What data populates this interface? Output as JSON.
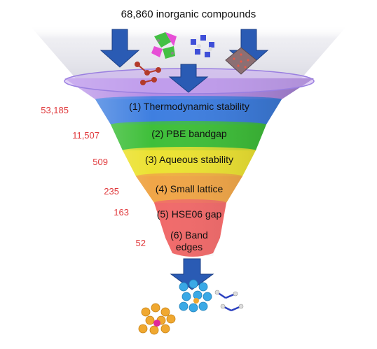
{
  "title": "68,860 inorganic compounds",
  "stages": [
    {
      "label": "(1) Thermodynamic stability",
      "count": "53,185",
      "color": "#b58ee6"
    },
    {
      "label": "(2) PBE bandgap",
      "count": "11,507",
      "color": "#3f7fe0"
    },
    {
      "label": "(3) Aqueous stability",
      "count": "509",
      "color": "#3fbf3a"
    },
    {
      "label": "(4) Small lattice",
      "count": "235",
      "color": "#ece233"
    },
    {
      "label": "(5) HSE06 gap",
      "count": "163",
      "color": "#f0a648"
    },
    {
      "label": "(6) Band edges",
      "count": "52",
      "color": "#f06a6a"
    }
  ],
  "colors": {
    "count_text": "#e0383b",
    "arrow": "#2a5bb4",
    "funnel_rim": "#9a7fe0"
  }
}
